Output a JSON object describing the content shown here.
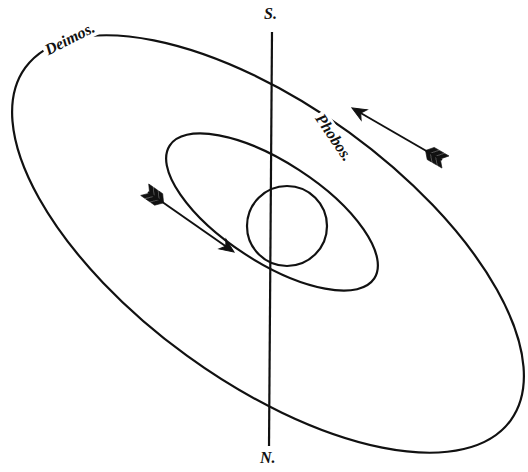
{
  "diagram": {
    "labels": [
      "Deimos.",
      "Phobos.",
      "S.",
      "N."
    ]
  }
}
